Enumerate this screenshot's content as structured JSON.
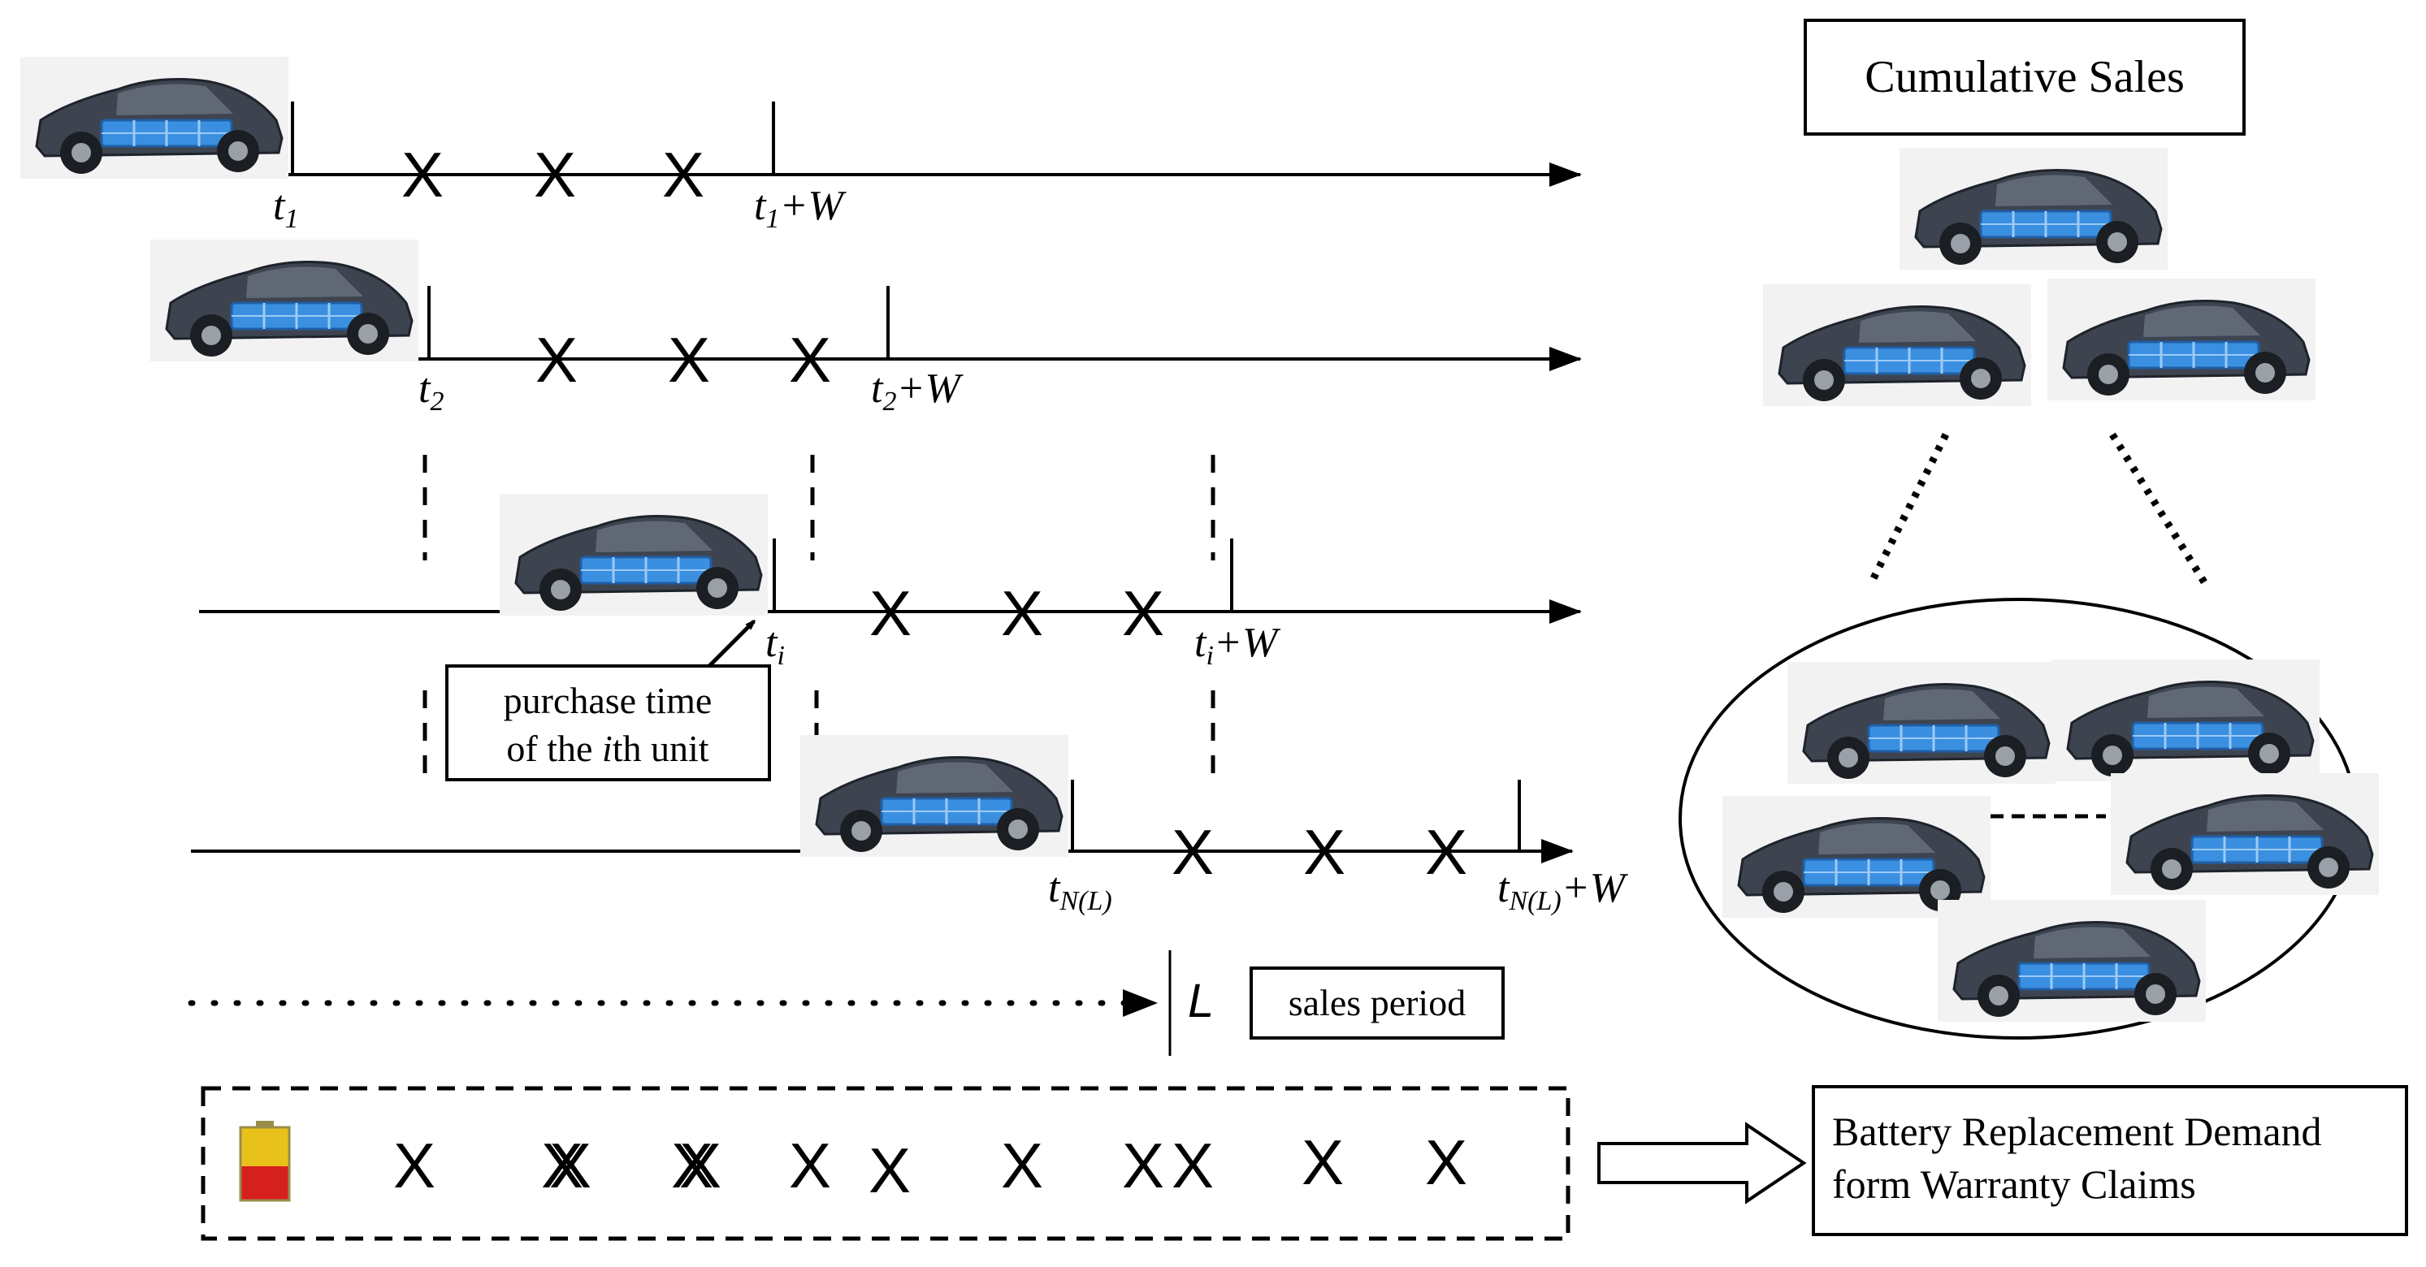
{
  "labels": {
    "t1": "t",
    "t1_sub": "1",
    "t1w_sub": "1",
    "t1w_suffix": "+W",
    "t2": "t",
    "t2_sub": "2",
    "t2w_sub": "2",
    "t2w_suffix": "+W",
    "ti": "t",
    "ti_sub": "i",
    "tiw_sub": "i",
    "tiw_suffix": "+W",
    "tn": "t",
    "tn_sub": "N(L)",
    "tnw_sub": "N(L)",
    "tnw_suffix": "+W"
  },
  "callout": {
    "line1": "purchase time",
    "line2_pre": "of the ",
    "line2_italic": "i",
    "line2_post": "th unit"
  },
  "sales": {
    "L_label": "L",
    "period_label": "sales period"
  },
  "right_panel": {
    "cumulative_title": "Cumulative Sales"
  },
  "demand": {
    "line1": "Battery Replacement Demand",
    "line2": "form Warranty Claims"
  },
  "claim_symbol": "X",
  "icons": [
    "car-icon",
    "battery-icon",
    "dotted-arrow",
    "hollow-arrow"
  ],
  "colors": {
    "ink": "#000000",
    "car_body": "#3d4450",
    "car_battery": "#3a8fe0",
    "battery_top": "#e8c21a",
    "battery_bottom": "#d61f1f"
  }
}
